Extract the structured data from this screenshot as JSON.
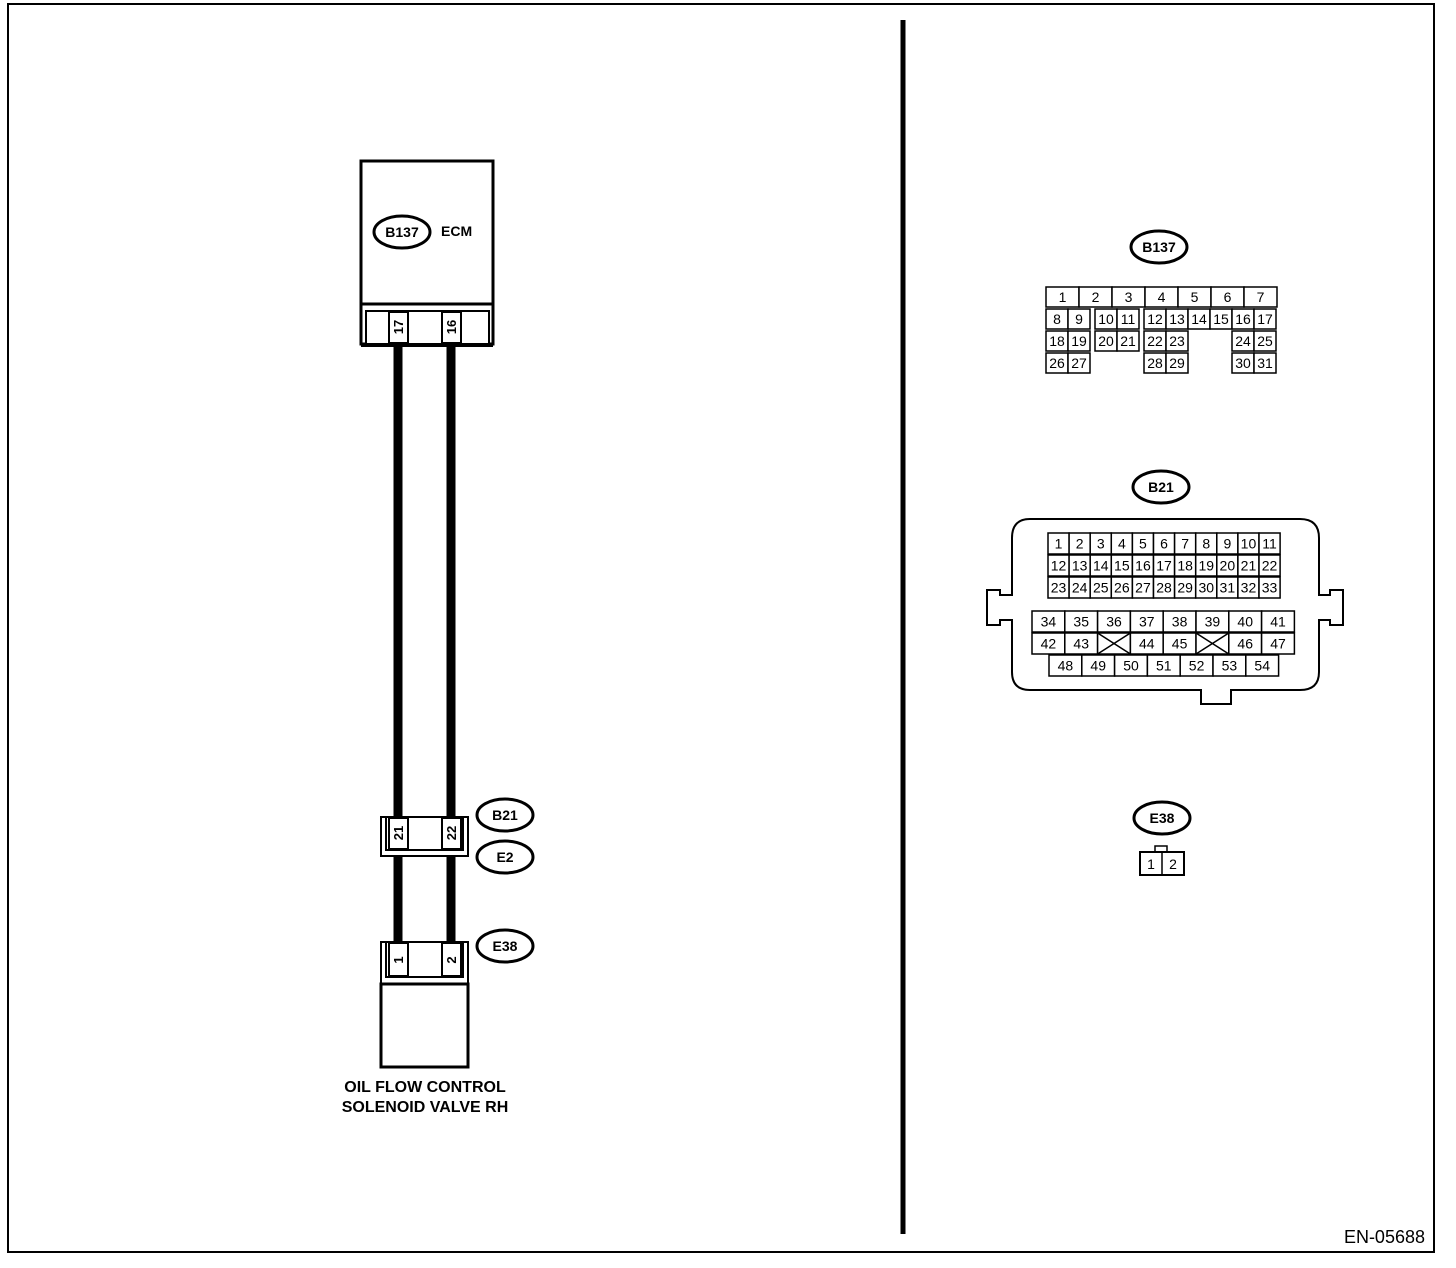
{
  "diagram": {
    "ecm": {
      "connector": "B137",
      "title": "ECM",
      "pins": [
        "17",
        "16"
      ]
    },
    "harness_connector": {
      "connector_top": "B21",
      "connector_bottom": "E2",
      "pins": [
        "21",
        "22"
      ]
    },
    "solenoid": {
      "connector": "E38",
      "pins": [
        "1",
        "2"
      ],
      "name_line1": "OIL FLOW CONTROL",
      "name_line2": "SOLENOID VALVE RH"
    },
    "figure_code": "EN-05688"
  },
  "connector_views": {
    "b137": {
      "label": "B137",
      "rows": [
        [
          "1",
          "2",
          "3",
          "4",
          "5",
          "6",
          "7"
        ],
        [
          "8",
          "9",
          "10",
          "11",
          "12",
          "13",
          "14",
          "15",
          "16",
          "17"
        ],
        [
          "18",
          "19",
          "20",
          "21",
          "22",
          "23",
          "24",
          "25"
        ],
        [
          "26",
          "27",
          "28",
          "29",
          "30",
          "31"
        ]
      ]
    },
    "b21": {
      "label": "B21",
      "rows": [
        [
          "1",
          "2",
          "3",
          "4",
          "5",
          "6",
          "7",
          "8",
          "9",
          "10",
          "11"
        ],
        [
          "12",
          "13",
          "14",
          "15",
          "16",
          "17",
          "18",
          "19",
          "20",
          "21",
          "22"
        ],
        [
          "23",
          "24",
          "25",
          "26",
          "27",
          "28",
          "29",
          "30",
          "31",
          "32",
          "33"
        ],
        [
          "34",
          "35",
          "36",
          "37",
          "38",
          "39",
          "40",
          "41"
        ],
        [
          "42",
          "43",
          "44",
          "45",
          "46",
          "47"
        ],
        [
          "48",
          "49",
          "50",
          "51",
          "52",
          "53",
          "54"
        ]
      ]
    },
    "e38": {
      "label": "E38",
      "pins": [
        "1",
        "2"
      ]
    }
  }
}
